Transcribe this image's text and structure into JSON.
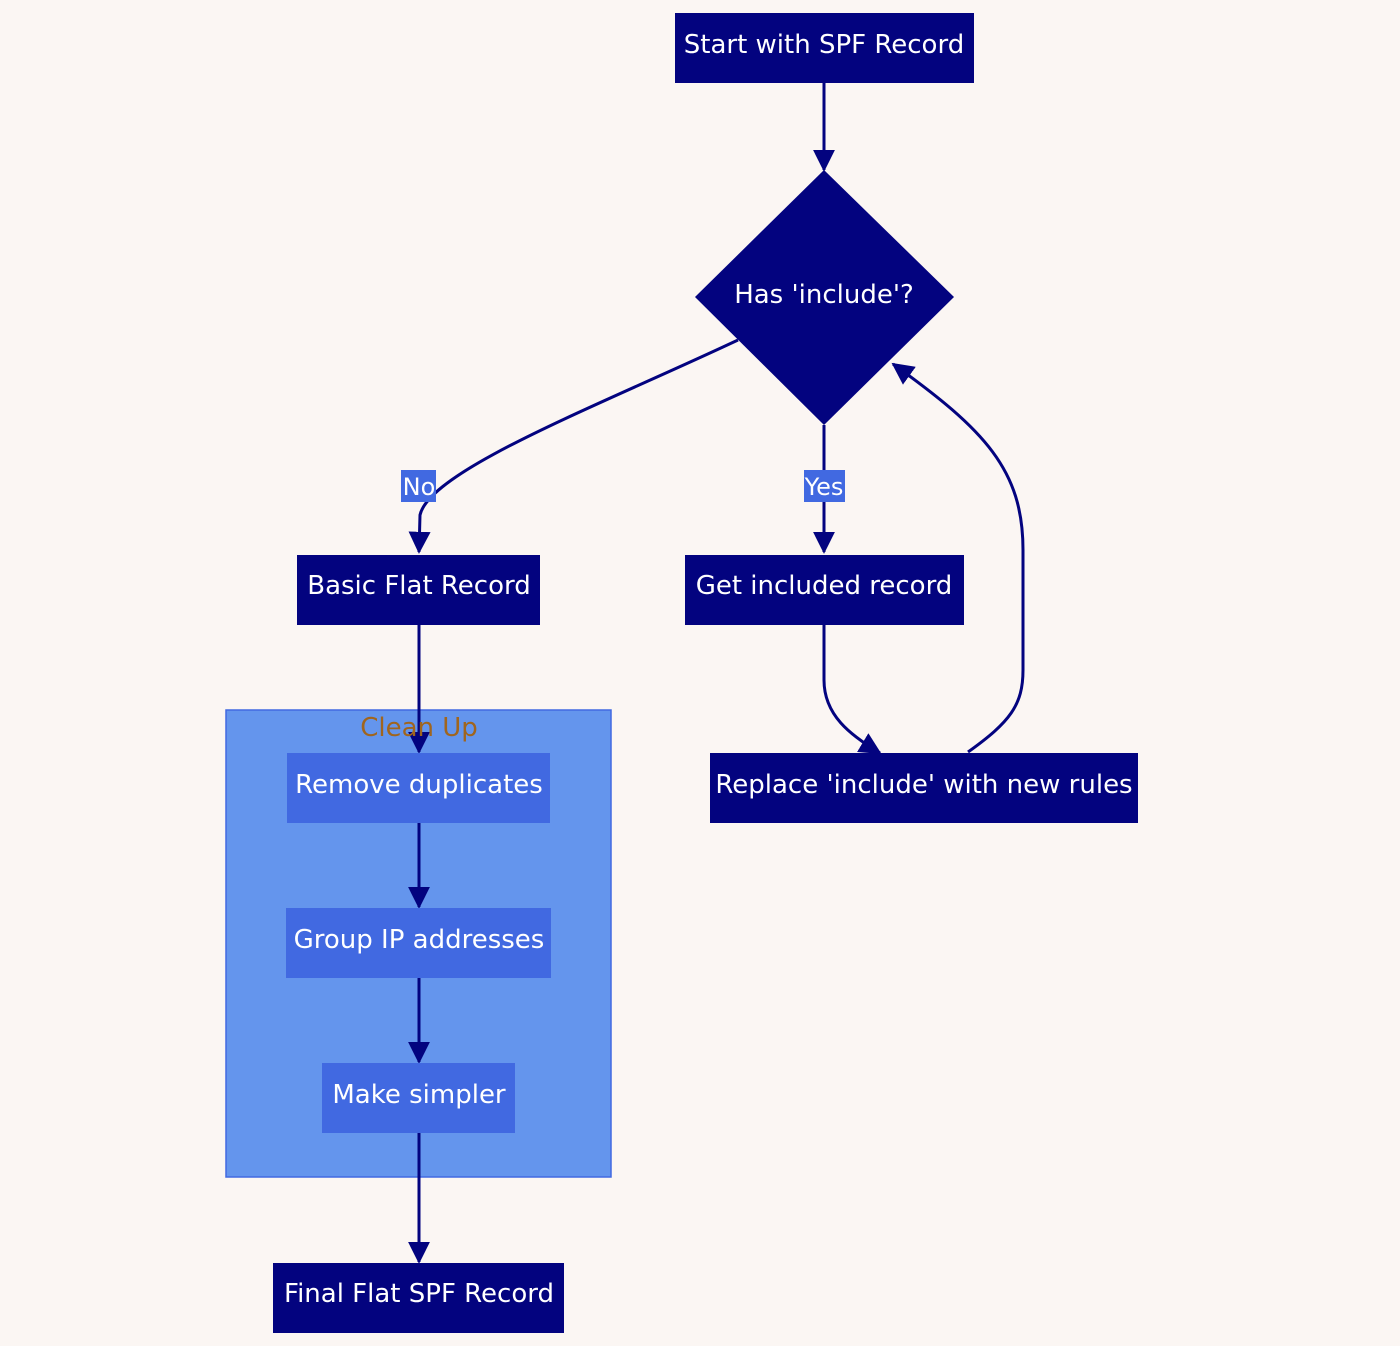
{
  "nodes": {
    "start": "Start with SPF Record",
    "decision": "Has 'include'?",
    "basic_flat": "Basic Flat Record",
    "get_included": "Get included record",
    "replace_include": "Replace 'include' with new rules",
    "remove_duplicates": "Remove duplicates",
    "group_ip": "Group IP addresses",
    "make_simpler": "Make simpler",
    "final": "Final Flat SPF Record"
  },
  "edge_labels": {
    "no": "No",
    "yes": "Yes"
  },
  "cluster": {
    "title": "Clean Up"
  },
  "colors": {
    "background": "#fbf6f3",
    "node_dark": "#03037f",
    "node_light": "#4169e1",
    "cluster": "#6495ed",
    "cluster_title": "#a0651e"
  }
}
